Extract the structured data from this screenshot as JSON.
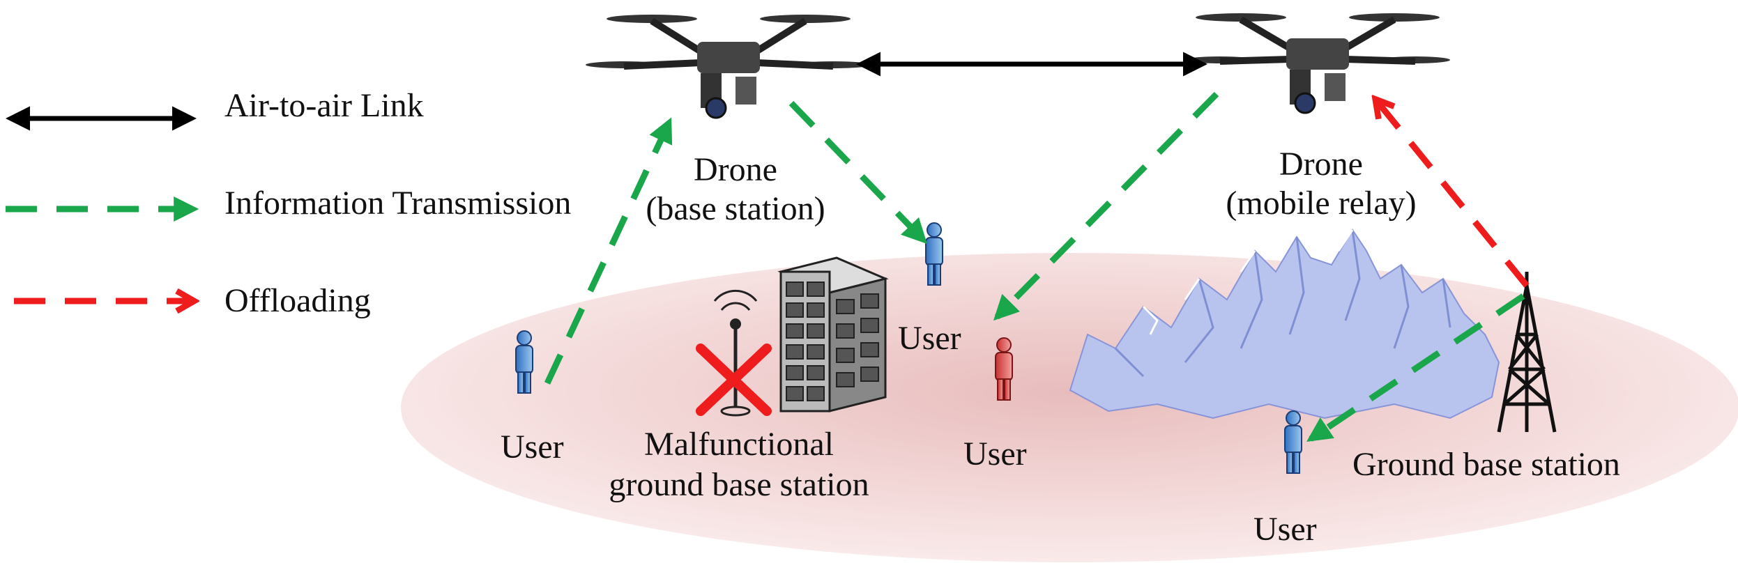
{
  "legend": {
    "air_link": "Air-to-air Link",
    "info_tx": "Information Transmission",
    "offloading": "Offloading"
  },
  "drones": {
    "base_station": {
      "line1": "Drone",
      "line2": "(base station)"
    },
    "mobile_relay": {
      "line1": "Drone",
      "line2": "(mobile relay)"
    }
  },
  "labels": {
    "user_left": "User",
    "user_mid_top": "User",
    "user_mid_red": "User",
    "user_bottom_right": "User",
    "malfunctional_line1": "Malfunctional",
    "malfunctional_line2": "ground base station",
    "ground_bs": "Ground base station"
  },
  "colors": {
    "air_link": "#000000",
    "info_tx": "#1aa64a",
    "offloading": "#ee1c1c",
    "ground": "#f2d4d4",
    "mountain": "#a8b6e8",
    "user_blue": "#4a8fd8",
    "user_red": "#e04848"
  }
}
